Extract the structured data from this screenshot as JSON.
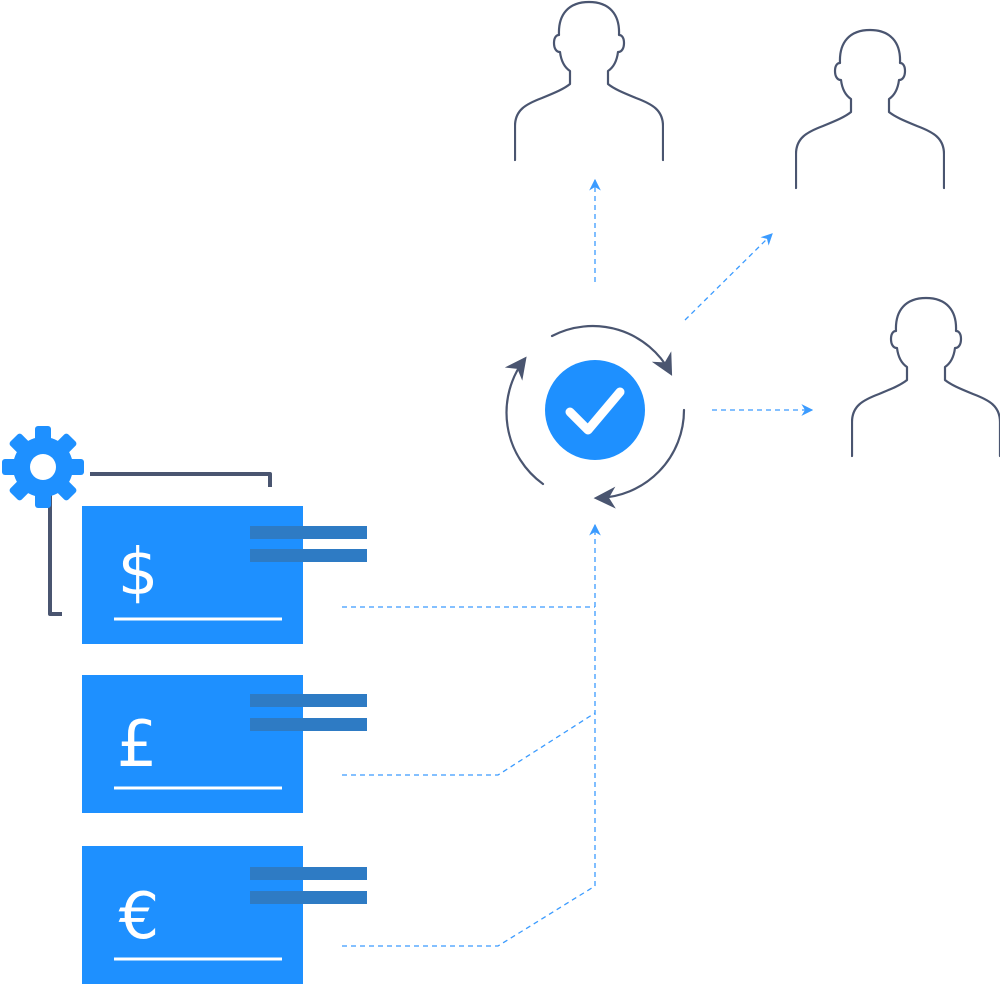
{
  "colors": {
    "card_blue": "#1E90FF",
    "stripe_blue": "#2E7BC4",
    "outline_gray": "#4A5570",
    "dash_blue": "#3B9BFF",
    "check_fill": "#1E90FF"
  },
  "icons": {
    "settings": "gear-icon",
    "approval": "checkmark-icon",
    "cycle": "refresh-cycle-icon",
    "recipient": "person-silhouette-icon"
  },
  "cards": [
    {
      "currency": "dollar",
      "symbol": "$"
    },
    {
      "currency": "pound",
      "symbol": "£"
    },
    {
      "currency": "euro",
      "symbol": "€"
    }
  ],
  "recipients": [
    {
      "position": "top"
    },
    {
      "position": "upper-right"
    },
    {
      "position": "right"
    }
  ]
}
